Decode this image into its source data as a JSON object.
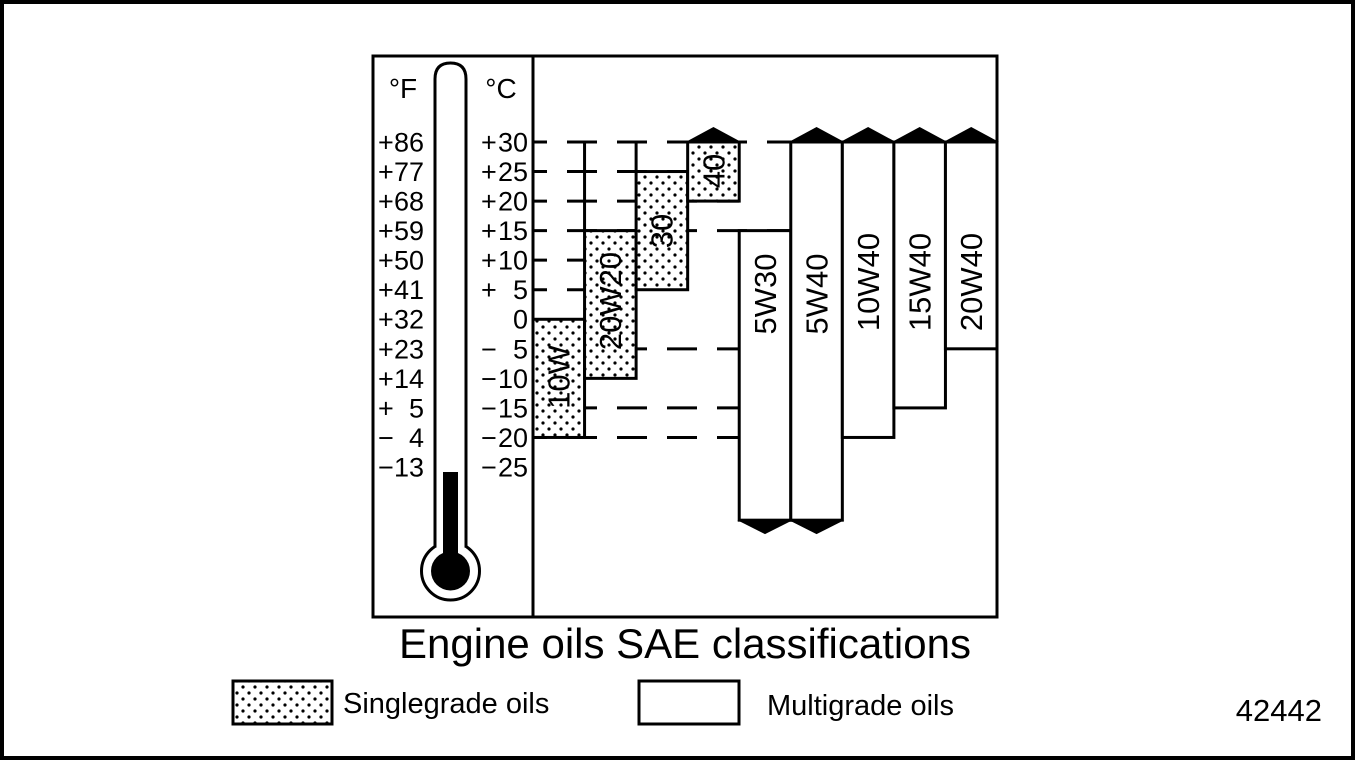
{
  "title": "Engine oils SAE classifications",
  "figure_number": "42442",
  "colors": {
    "ink": "#000000",
    "paper": "#ffffff"
  },
  "legend": {
    "singlegrade_label": "Singlegrade oils",
    "multigrade_label": "Multigrade oils"
  },
  "chart_data": {
    "type": "bar",
    "subtype": "temperature-range-bars",
    "title": "Engine oils SAE classifications",
    "units": {
      "fahrenheit": "°F",
      "celsius": "°C"
    },
    "axis": {
      "celsius_range": [
        -25,
        30
      ],
      "grid": "dashed-horizontal",
      "rows": [
        {
          "celsius": 30,
          "f_sign": "+",
          "f_val": "86",
          "c_sign": "+",
          "c_val": "30"
        },
        {
          "celsius": 25,
          "f_sign": "+",
          "f_val": "77",
          "c_sign": "+",
          "c_val": "25"
        },
        {
          "celsius": 20,
          "f_sign": "+",
          "f_val": "68",
          "c_sign": "+",
          "c_val": "20"
        },
        {
          "celsius": 15,
          "f_sign": "+",
          "f_val": "59",
          "c_sign": "+",
          "c_val": "15"
        },
        {
          "celsius": 10,
          "f_sign": "+",
          "f_val": "50",
          "c_sign": "+",
          "c_val": "10"
        },
        {
          "celsius": 5,
          "f_sign": "+",
          "f_val": "41",
          "c_sign": "+",
          "c_val": "5"
        },
        {
          "celsius": 0,
          "f_sign": "+",
          "f_val": "32",
          "c_sign": "",
          "c_val": "0"
        },
        {
          "celsius": -5,
          "f_sign": "+",
          "f_val": "23",
          "c_sign": "−",
          "c_val": "5"
        },
        {
          "celsius": -10,
          "f_sign": "+",
          "f_val": "14",
          "c_sign": "−",
          "c_val": "10"
        },
        {
          "celsius": -15,
          "f_sign": "+",
          "f_val": "5",
          "c_sign": "−",
          "c_val": "15"
        },
        {
          "celsius": -20,
          "f_sign": "−",
          "f_val": "4",
          "c_sign": "−",
          "c_val": "20"
        },
        {
          "celsius": -25,
          "f_sign": "−",
          "f_val": "13",
          "c_sign": "−",
          "c_val": "25"
        }
      ]
    },
    "series": [
      {
        "name": "10W",
        "grade": "singlegrade",
        "max_c": 0,
        "min_c": -20,
        "arrow_up": false,
        "arrow_down": false,
        "riser_to_top": false
      },
      {
        "name": "20W20",
        "grade": "singlegrade",
        "max_c": 15,
        "min_c": -10,
        "arrow_up": false,
        "arrow_down": false,
        "riser_to_top": true
      },
      {
        "name": "30",
        "grade": "singlegrade",
        "max_c": 25,
        "min_c": 5,
        "arrow_up": false,
        "arrow_down": false,
        "riser_to_top": true
      },
      {
        "name": "40",
        "grade": "singlegrade",
        "max_c": 30,
        "min_c": 20,
        "arrow_up": true,
        "arrow_down": false,
        "riser_to_top": false
      },
      {
        "name": "5W30",
        "grade": "multigrade",
        "max_c": 15,
        "min_c": -34,
        "arrow_up": false,
        "arrow_down": true,
        "riser_to_top": false
      },
      {
        "name": "5W40",
        "grade": "multigrade",
        "max_c": 30,
        "min_c": -34,
        "arrow_up": true,
        "arrow_down": true,
        "riser_to_top": false
      },
      {
        "name": "10W40",
        "grade": "multigrade",
        "max_c": 30,
        "min_c": -20,
        "arrow_up": true,
        "arrow_down": false,
        "riser_to_top": false
      },
      {
        "name": "15W40",
        "grade": "multigrade",
        "max_c": 30,
        "min_c": -15,
        "arrow_up": true,
        "arrow_down": false,
        "riser_to_top": false
      },
      {
        "name": "20W40",
        "grade": "multigrade",
        "max_c": 30,
        "min_c": -5,
        "arrow_up": true,
        "arrow_down": false,
        "riser_to_top": false
      }
    ],
    "guides": [
      {
        "c": 30,
        "to_bar": null
      },
      {
        "c": 25,
        "to_bar": "40"
      },
      {
        "c": 20,
        "to_bar": "5W30"
      },
      {
        "c": 15,
        "to_bar": "5W40"
      },
      {
        "c": 10,
        "to_bar": "20W20"
      },
      {
        "c": 5,
        "to_bar": "20W20"
      },
      {
        "c": -5,
        "to_bar": "5W30"
      },
      {
        "c": -15,
        "to_bar": "5W30"
      },
      {
        "c": -20,
        "to_bar": "5W30"
      }
    ],
    "legend_position": "bottom"
  }
}
